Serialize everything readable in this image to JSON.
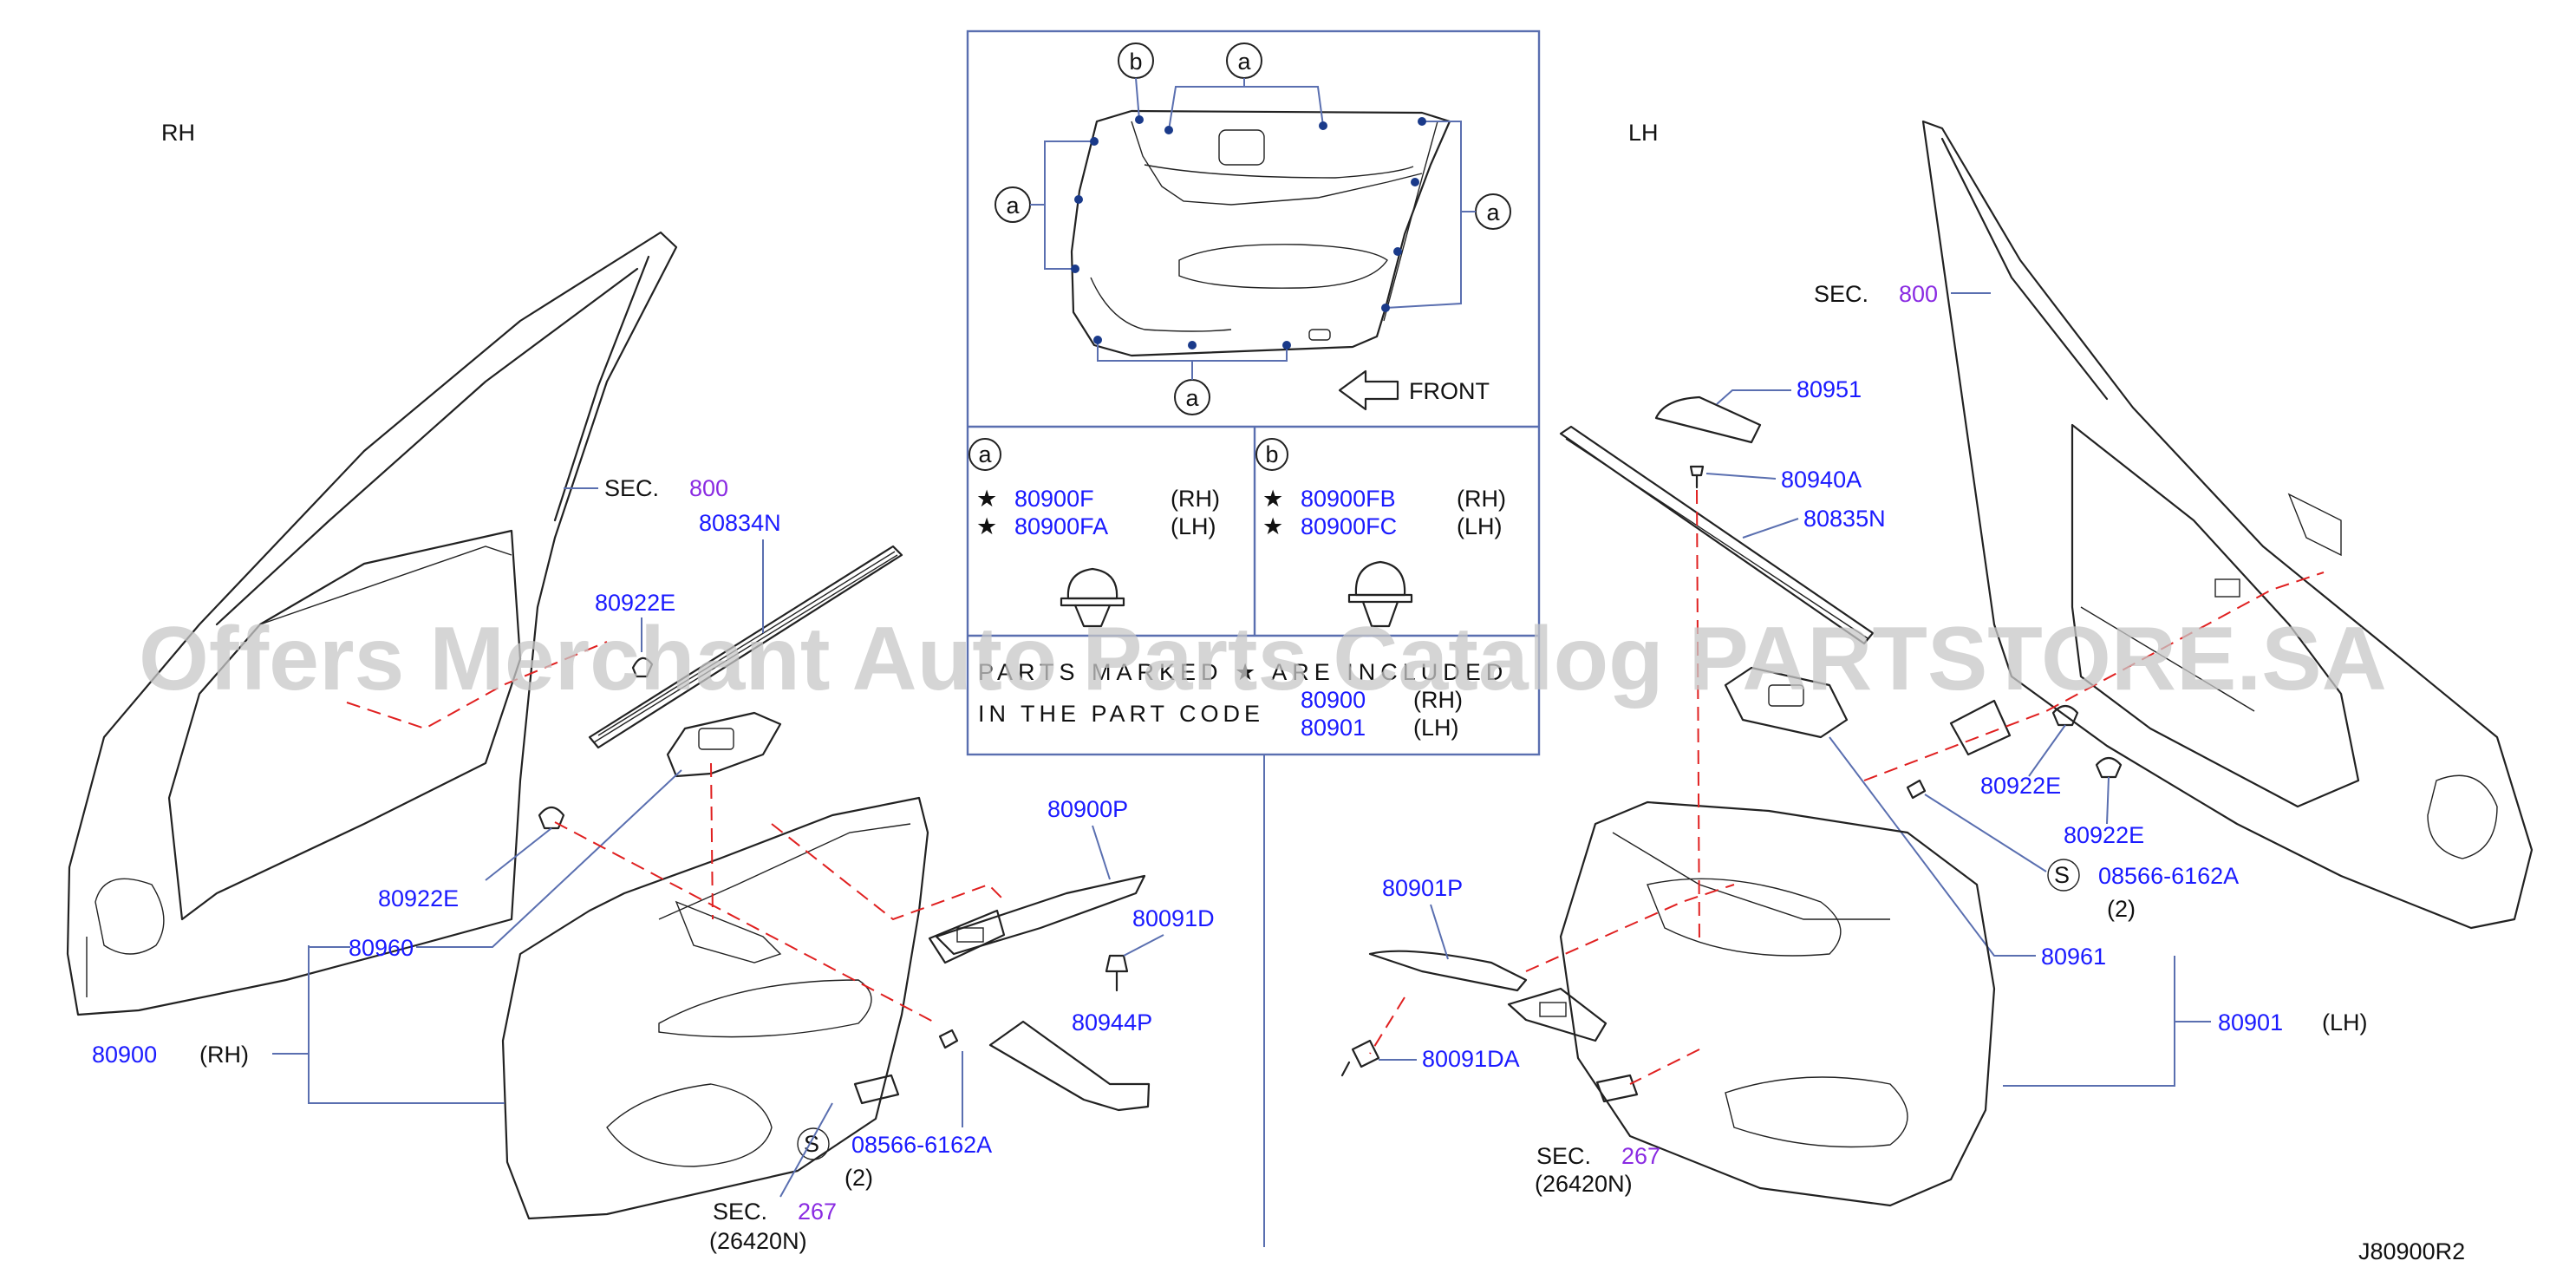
{
  "watermark": "Offers Merchant Auto Parts Catalog PARTSTORE.SA",
  "diagram_code": "J80900R2",
  "side_rh": "RH",
  "side_lh": "LH",
  "sec_word": "SEC.",
  "sec_800": "800",
  "sec_267": "267",
  "sub_26420n": "(26420N)",
  "qty_2": "(2)",
  "screw_symbol": "S",
  "rh_tag": "(RH)",
  "lh_tag": "(LH)",
  "parts": {
    "p80834N": "80834N",
    "p80922E": "80922E",
    "p80960": "80960",
    "p80900": "80900",
    "p80900P": "80900P",
    "p80091D": "80091D",
    "p80944P": "80944P",
    "p08566": "08566-6162A",
    "p80951": "80951",
    "p80940A": "80940A",
    "p80835N": "80835N",
    "p80901P": "80901P",
    "p80091DA": "80091DA",
    "p80961": "80961",
    "p80901": "80901"
  },
  "inset": {
    "callout_a": "a",
    "callout_b": "b",
    "front": "FRONT",
    "a_parts": [
      {
        "code": "80900F",
        "side": "(RH)"
      },
      {
        "code": "80900FA",
        "side": "(LH)"
      }
    ],
    "b_parts": [
      {
        "code": "80900FB",
        "side": "(RH)"
      },
      {
        "code": "80900FC",
        "side": "(LH)"
      }
    ],
    "note_line1": "PARTS MARKED ★ ARE INCLUDED",
    "note_line2": "IN THE PART CODE",
    "note_codes": [
      {
        "code": "80900",
        "side": "(RH)"
      },
      {
        "code": "80901",
        "side": "(LH)"
      }
    ],
    "star": "★"
  }
}
